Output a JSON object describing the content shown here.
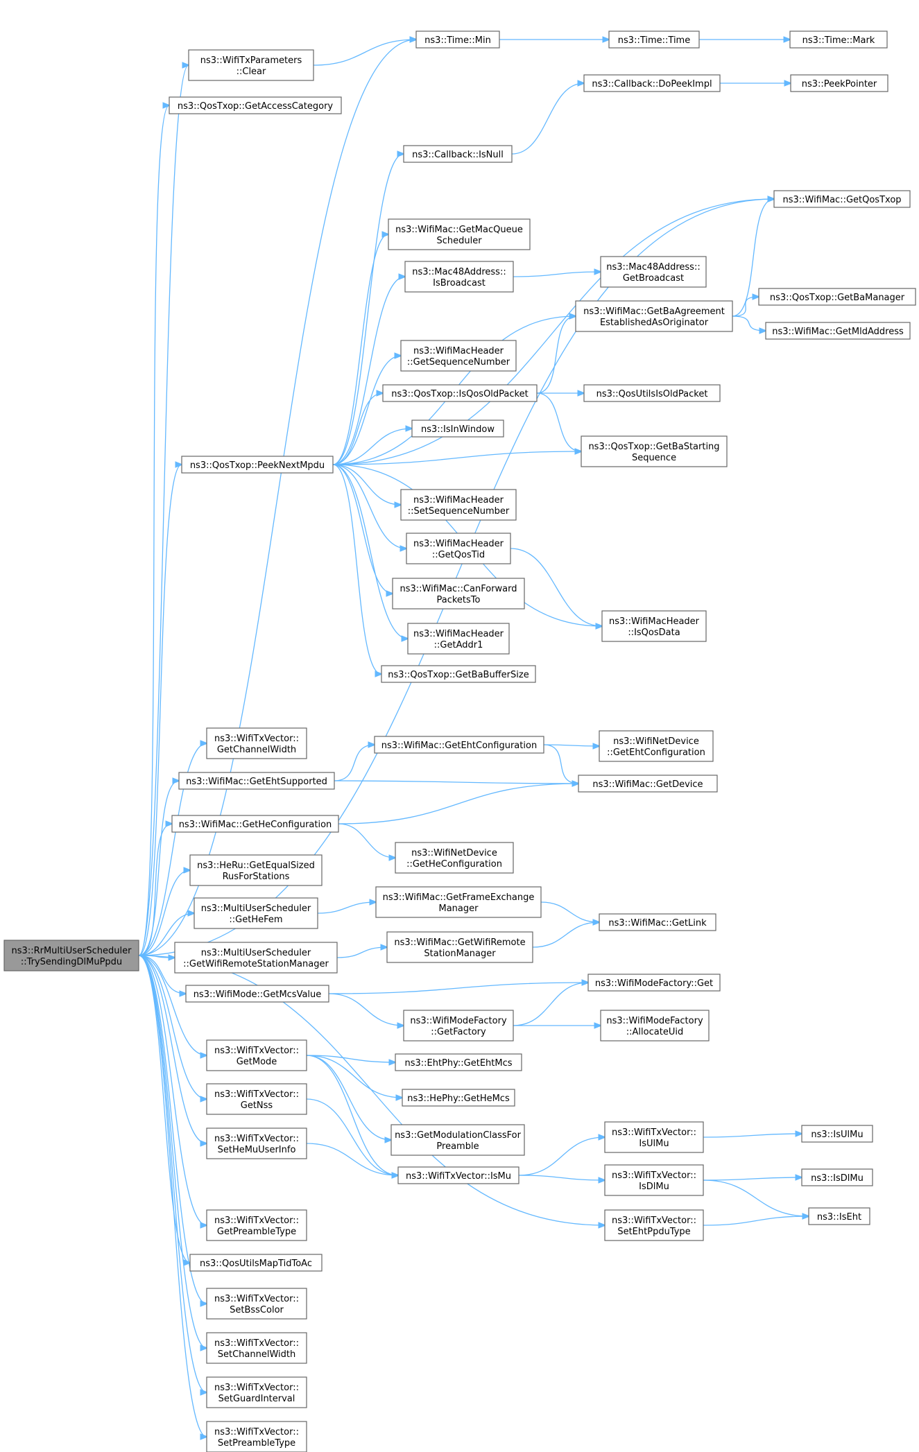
{
  "colors": {
    "edge": "#63b8ff",
    "node_border": "#666666",
    "root_fill": "#999999",
    "node_fill": "#ffffff"
  },
  "nodes": [
    {
      "id": "root",
      "lines": [
        "ns3::RrMultiUserScheduler",
        "::TrySendingDlMuPpdu"
      ],
      "root": true
    },
    {
      "id": "txparams",
      "lines": [
        "ns3::WifiTxParameters",
        "::Clear"
      ]
    },
    {
      "id": "tmin",
      "lines": [
        "ns3::Time::Min"
      ]
    },
    {
      "id": "ttime",
      "lines": [
        "ns3::Time::Time"
      ]
    },
    {
      "id": "tmark",
      "lines": [
        "ns3::Time::Mark"
      ]
    },
    {
      "id": "getac",
      "lines": [
        "ns3::QosTxop::GetAccessCategory"
      ]
    },
    {
      "id": "dopeek",
      "lines": [
        "ns3::Callback::DoPeekImpl"
      ]
    },
    {
      "id": "peekptr",
      "lines": [
        "ns3::PeekPointer"
      ]
    },
    {
      "id": "isnull",
      "lines": [
        "ns3::Callback::IsNull"
      ]
    },
    {
      "id": "getqostxop",
      "lines": [
        "ns3::WifiMac::GetQosTxop"
      ]
    },
    {
      "id": "getmacq",
      "lines": [
        "ns3::WifiMac::GetMacQueue",
        "Scheduler"
      ]
    },
    {
      "id": "isbcast",
      "lines": [
        "ns3::Mac48Address::",
        "IsBroadcast"
      ]
    },
    {
      "id": "getbcast",
      "lines": [
        "ns3::Mac48Address::",
        "GetBroadcast"
      ]
    },
    {
      "id": "getbaorig",
      "lines": [
        "ns3::WifiMac::GetBaAgreement",
        "EstablishedAsOriginator"
      ]
    },
    {
      "id": "getbamgr",
      "lines": [
        "ns3::QosTxop::GetBaManager"
      ]
    },
    {
      "id": "getmld",
      "lines": [
        "ns3::WifiMac::GetMldAddress"
      ]
    },
    {
      "id": "getseq",
      "lines": [
        "ns3::WifiMacHeader",
        "::GetSequenceNumber"
      ]
    },
    {
      "id": "isqosold",
      "lines": [
        "ns3::QosTxop::IsQosOldPacket"
      ]
    },
    {
      "id": "qosutilsold",
      "lines": [
        "ns3::QosUtilsIsOldPacket"
      ]
    },
    {
      "id": "isinwin",
      "lines": [
        "ns3::IsInWindow"
      ]
    },
    {
      "id": "peeknext",
      "lines": [
        "ns3::QosTxop::PeekNextMpdu"
      ]
    },
    {
      "id": "getbastart",
      "lines": [
        "ns3::QosTxop::GetBaStarting",
        "Sequence"
      ]
    },
    {
      "id": "setseq",
      "lines": [
        "ns3::WifiMacHeader",
        "::SetSequenceNumber"
      ]
    },
    {
      "id": "getqostid",
      "lines": [
        "ns3::WifiMacHeader",
        "::GetQosTid"
      ]
    },
    {
      "id": "canfwd",
      "lines": [
        "ns3::WifiMac::CanForward",
        "PacketsTo"
      ]
    },
    {
      "id": "isqosdata",
      "lines": [
        "ns3::WifiMacHeader",
        "::IsQosData"
      ]
    },
    {
      "id": "getaddr1",
      "lines": [
        "ns3::WifiMacHeader",
        "::GetAddr1"
      ]
    },
    {
      "id": "getbabuf",
      "lines": [
        "ns3::QosTxop::GetBaBufferSize"
      ]
    },
    {
      "id": "getchw",
      "lines": [
        "ns3::WifiTxVector::",
        "GetChannelWidth"
      ]
    },
    {
      "id": "getehtconf",
      "lines": [
        "ns3::WifiMac::GetEhtConfiguration"
      ]
    },
    {
      "id": "ndehtconf",
      "lines": [
        "ns3::WifiNetDevice",
        "::GetEhtConfiguration"
      ]
    },
    {
      "id": "getehtsup",
      "lines": [
        "ns3::WifiMac::GetEhtSupported"
      ]
    },
    {
      "id": "getdevice",
      "lines": [
        "ns3::WifiMac::GetDevice"
      ]
    },
    {
      "id": "gethecfg",
      "lines": [
        "ns3::WifiMac::GetHeConfiguration"
      ]
    },
    {
      "id": "ndhecfg",
      "lines": [
        "ns3::WifiNetDevice",
        "::GetHeConfiguration"
      ]
    },
    {
      "id": "equalru",
      "lines": [
        "ns3::HeRu::GetEqualSized",
        "RusForStations"
      ]
    },
    {
      "id": "gethefem",
      "lines": [
        "ns3::MultiUserScheduler",
        "::GetHeFem"
      ]
    },
    {
      "id": "getfem",
      "lines": [
        "ns3::WifiMac::GetFrameExchange",
        "Manager"
      ]
    },
    {
      "id": "getlink",
      "lines": [
        "ns3::WifiMac::GetLink"
      ]
    },
    {
      "id": "musrsm",
      "lines": [
        "ns3::MultiUserScheduler",
        "::GetWifiRemoteStationManager"
      ]
    },
    {
      "id": "macrsm",
      "lines": [
        "ns3::WifiMac::GetWifiRemote",
        "StationManager"
      ]
    },
    {
      "id": "getmcs",
      "lines": [
        "ns3::WifiMode::GetMcsValue"
      ]
    },
    {
      "id": "mfget",
      "lines": [
        "ns3::WifiModeFactory::Get"
      ]
    },
    {
      "id": "mfgetfac",
      "lines": [
        "ns3::WifiModeFactory",
        "::GetFactory"
      ]
    },
    {
      "id": "mfalloc",
      "lines": [
        "ns3::WifiModeFactory",
        "::AllocateUid"
      ]
    },
    {
      "id": "getmode",
      "lines": [
        "ns3::WifiTxVector::",
        "GetMode"
      ]
    },
    {
      "id": "ehtmcs",
      "lines": [
        "ns3::EhtPhy::GetEhtMcs"
      ]
    },
    {
      "id": "hemcs",
      "lines": [
        "ns3::HePhy::GetHeMcs"
      ]
    },
    {
      "id": "getmodcls",
      "lines": [
        "ns3::GetModulationClassFor",
        "Preamble"
      ]
    },
    {
      "id": "getnss",
      "lines": [
        "ns3::WifiTxVector::",
        "GetNss"
      ]
    },
    {
      "id": "isulmu",
      "lines": [
        "ns3::WifiTxVector::",
        "IsUlMu"
      ]
    },
    {
      "id": "nsisulmu",
      "lines": [
        "ns3::IsUlMu"
      ]
    },
    {
      "id": "setheuser",
      "lines": [
        "ns3::WifiTxVector::",
        "SetHeMuUserInfo"
      ]
    },
    {
      "id": "ismu",
      "lines": [
        "ns3::WifiTxVector::IsMu"
      ]
    },
    {
      "id": "isdlmu",
      "lines": [
        "ns3::WifiTxVector::",
        "IsDlMu"
      ]
    },
    {
      "id": "nsisdlmu",
      "lines": [
        "ns3::IsDlMu"
      ]
    },
    {
      "id": "iseht",
      "lines": [
        "ns3::IsEht"
      ]
    },
    {
      "id": "setehtppdu",
      "lines": [
        "ns3::WifiTxVector::",
        "SetEhtPpduType"
      ]
    },
    {
      "id": "getpreamble",
      "lines": [
        "ns3::WifiTxVector::",
        "GetPreambleType"
      ]
    },
    {
      "id": "maptid",
      "lines": [
        "ns3::QosUtilsMapTidToAc"
      ]
    },
    {
      "id": "setbss",
      "lines": [
        "ns3::WifiTxVector::",
        "SetBssColor"
      ]
    },
    {
      "id": "setchw",
      "lines": [
        "ns3::WifiTxVector::",
        "SetChannelWidth"
      ]
    },
    {
      "id": "setgi",
      "lines": [
        "ns3::WifiTxVector::",
        "SetGuardInterval"
      ]
    },
    {
      "id": "setpre",
      "lines": [
        "ns3::WifiTxVector::",
        "SetPreambleType"
      ]
    }
  ],
  "edges": [
    [
      "root",
      "tmin"
    ],
    [
      "root",
      "txparams"
    ],
    [
      "root",
      "getac"
    ],
    [
      "root",
      "getqostxop"
    ],
    [
      "root",
      "peeknext"
    ],
    [
      "root",
      "getchw"
    ],
    [
      "root",
      "getehtsup"
    ],
    [
      "root",
      "gethecfg"
    ],
    [
      "root",
      "equalru"
    ],
    [
      "root",
      "gethefem"
    ],
    [
      "root",
      "musrsm"
    ],
    [
      "root",
      "getmcs"
    ],
    [
      "root",
      "getmode"
    ],
    [
      "root",
      "getnss"
    ],
    [
      "root",
      "setheuser"
    ],
    [
      "root",
      "setehtppdu"
    ],
    [
      "root",
      "getpreamble"
    ],
    [
      "root",
      "maptid"
    ],
    [
      "root",
      "setbss"
    ],
    [
      "root",
      "setchw"
    ],
    [
      "root",
      "setgi"
    ],
    [
      "root",
      "setpre"
    ],
    [
      "txparams",
      "tmin"
    ],
    [
      "tmin",
      "ttime"
    ],
    [
      "ttime",
      "tmark"
    ],
    [
      "dopeek",
      "peekptr"
    ],
    [
      "isnull",
      "dopeek"
    ],
    [
      "peeknext",
      "isnull"
    ],
    [
      "peeknext",
      "getqostxop"
    ],
    [
      "peeknext",
      "getmacq"
    ],
    [
      "peeknext",
      "isbcast"
    ],
    [
      "peeknext",
      "getbaorig"
    ],
    [
      "peeknext",
      "getseq"
    ],
    [
      "peeknext",
      "isqosold"
    ],
    [
      "peeknext",
      "isinwin"
    ],
    [
      "peeknext",
      "getbastart"
    ],
    [
      "peeknext",
      "setseq"
    ],
    [
      "peeknext",
      "getqostid"
    ],
    [
      "peeknext",
      "canfwd"
    ],
    [
      "peeknext",
      "getaddr1"
    ],
    [
      "peeknext",
      "getbabuf"
    ],
    [
      "peeknext",
      "isqosdata"
    ],
    [
      "isbcast",
      "getbcast"
    ],
    [
      "getbaorig",
      "getqostxop"
    ],
    [
      "getbaorig",
      "getbamgr"
    ],
    [
      "getbaorig",
      "getmld"
    ],
    [
      "isqosold",
      "getbaorig"
    ],
    [
      "isqosold",
      "qosutilsold"
    ],
    [
      "isqosold",
      "getbastart"
    ],
    [
      "getqostid",
      "isqosdata"
    ],
    [
      "getehtsup",
      "getehtconf"
    ],
    [
      "getehtsup",
      "getdevice"
    ],
    [
      "getehtconf",
      "ndehtconf"
    ],
    [
      "getehtconf",
      "getdevice"
    ],
    [
      "gethecfg",
      "getdevice"
    ],
    [
      "gethecfg",
      "ndhecfg"
    ],
    [
      "gethefem",
      "getfem"
    ],
    [
      "getfem",
      "getlink"
    ],
    [
      "musrsm",
      "macrsm"
    ],
    [
      "macrsm",
      "getlink"
    ],
    [
      "getmcs",
      "mfget"
    ],
    [
      "getmcs",
      "mfgetfac"
    ],
    [
      "mfgetfac",
      "mfget"
    ],
    [
      "mfgetfac",
      "mfalloc"
    ],
    [
      "getmode",
      "ehtmcs"
    ],
    [
      "getmode",
      "hemcs"
    ],
    [
      "getmode",
      "getmodcls"
    ],
    [
      "getmode",
      "ismu"
    ],
    [
      "getnss",
      "ismu"
    ],
    [
      "setheuser",
      "ismu"
    ],
    [
      "ismu",
      "isulmu"
    ],
    [
      "ismu",
      "isdlmu"
    ],
    [
      "isulmu",
      "nsisulmu"
    ],
    [
      "isdlmu",
      "nsisdlmu"
    ],
    [
      "isdlmu",
      "iseht"
    ],
    [
      "setehtppdu",
      "iseht"
    ]
  ]
}
